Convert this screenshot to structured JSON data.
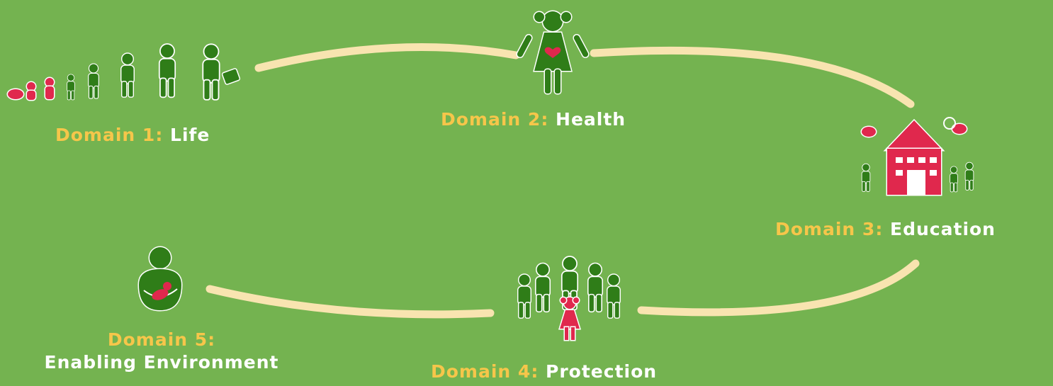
{
  "colors": {
    "background": "#74b350",
    "connector": "#f8e4b0",
    "icon_green": "#2f7d18",
    "icon_red": "#e0284d",
    "domain_prefix": "#f6c64a",
    "domain_name": "#ffffff"
  },
  "domains": [
    {
      "prefix": "Domain 1:",
      "name": "Life",
      "icon": "life-stages-icon"
    },
    {
      "prefix": "Domain 2:",
      "name": "Health",
      "icon": "girl-heart-icon"
    },
    {
      "prefix": "Domain 3:",
      "name": "Education",
      "icon": "school-icon"
    },
    {
      "prefix": "Domain 4:",
      "name": "Protection",
      "icon": "family-group-icon"
    },
    {
      "prefix": "Domain 5:",
      "name": "Enabling Environment",
      "icon": "caregiver-baby-icon"
    }
  ]
}
